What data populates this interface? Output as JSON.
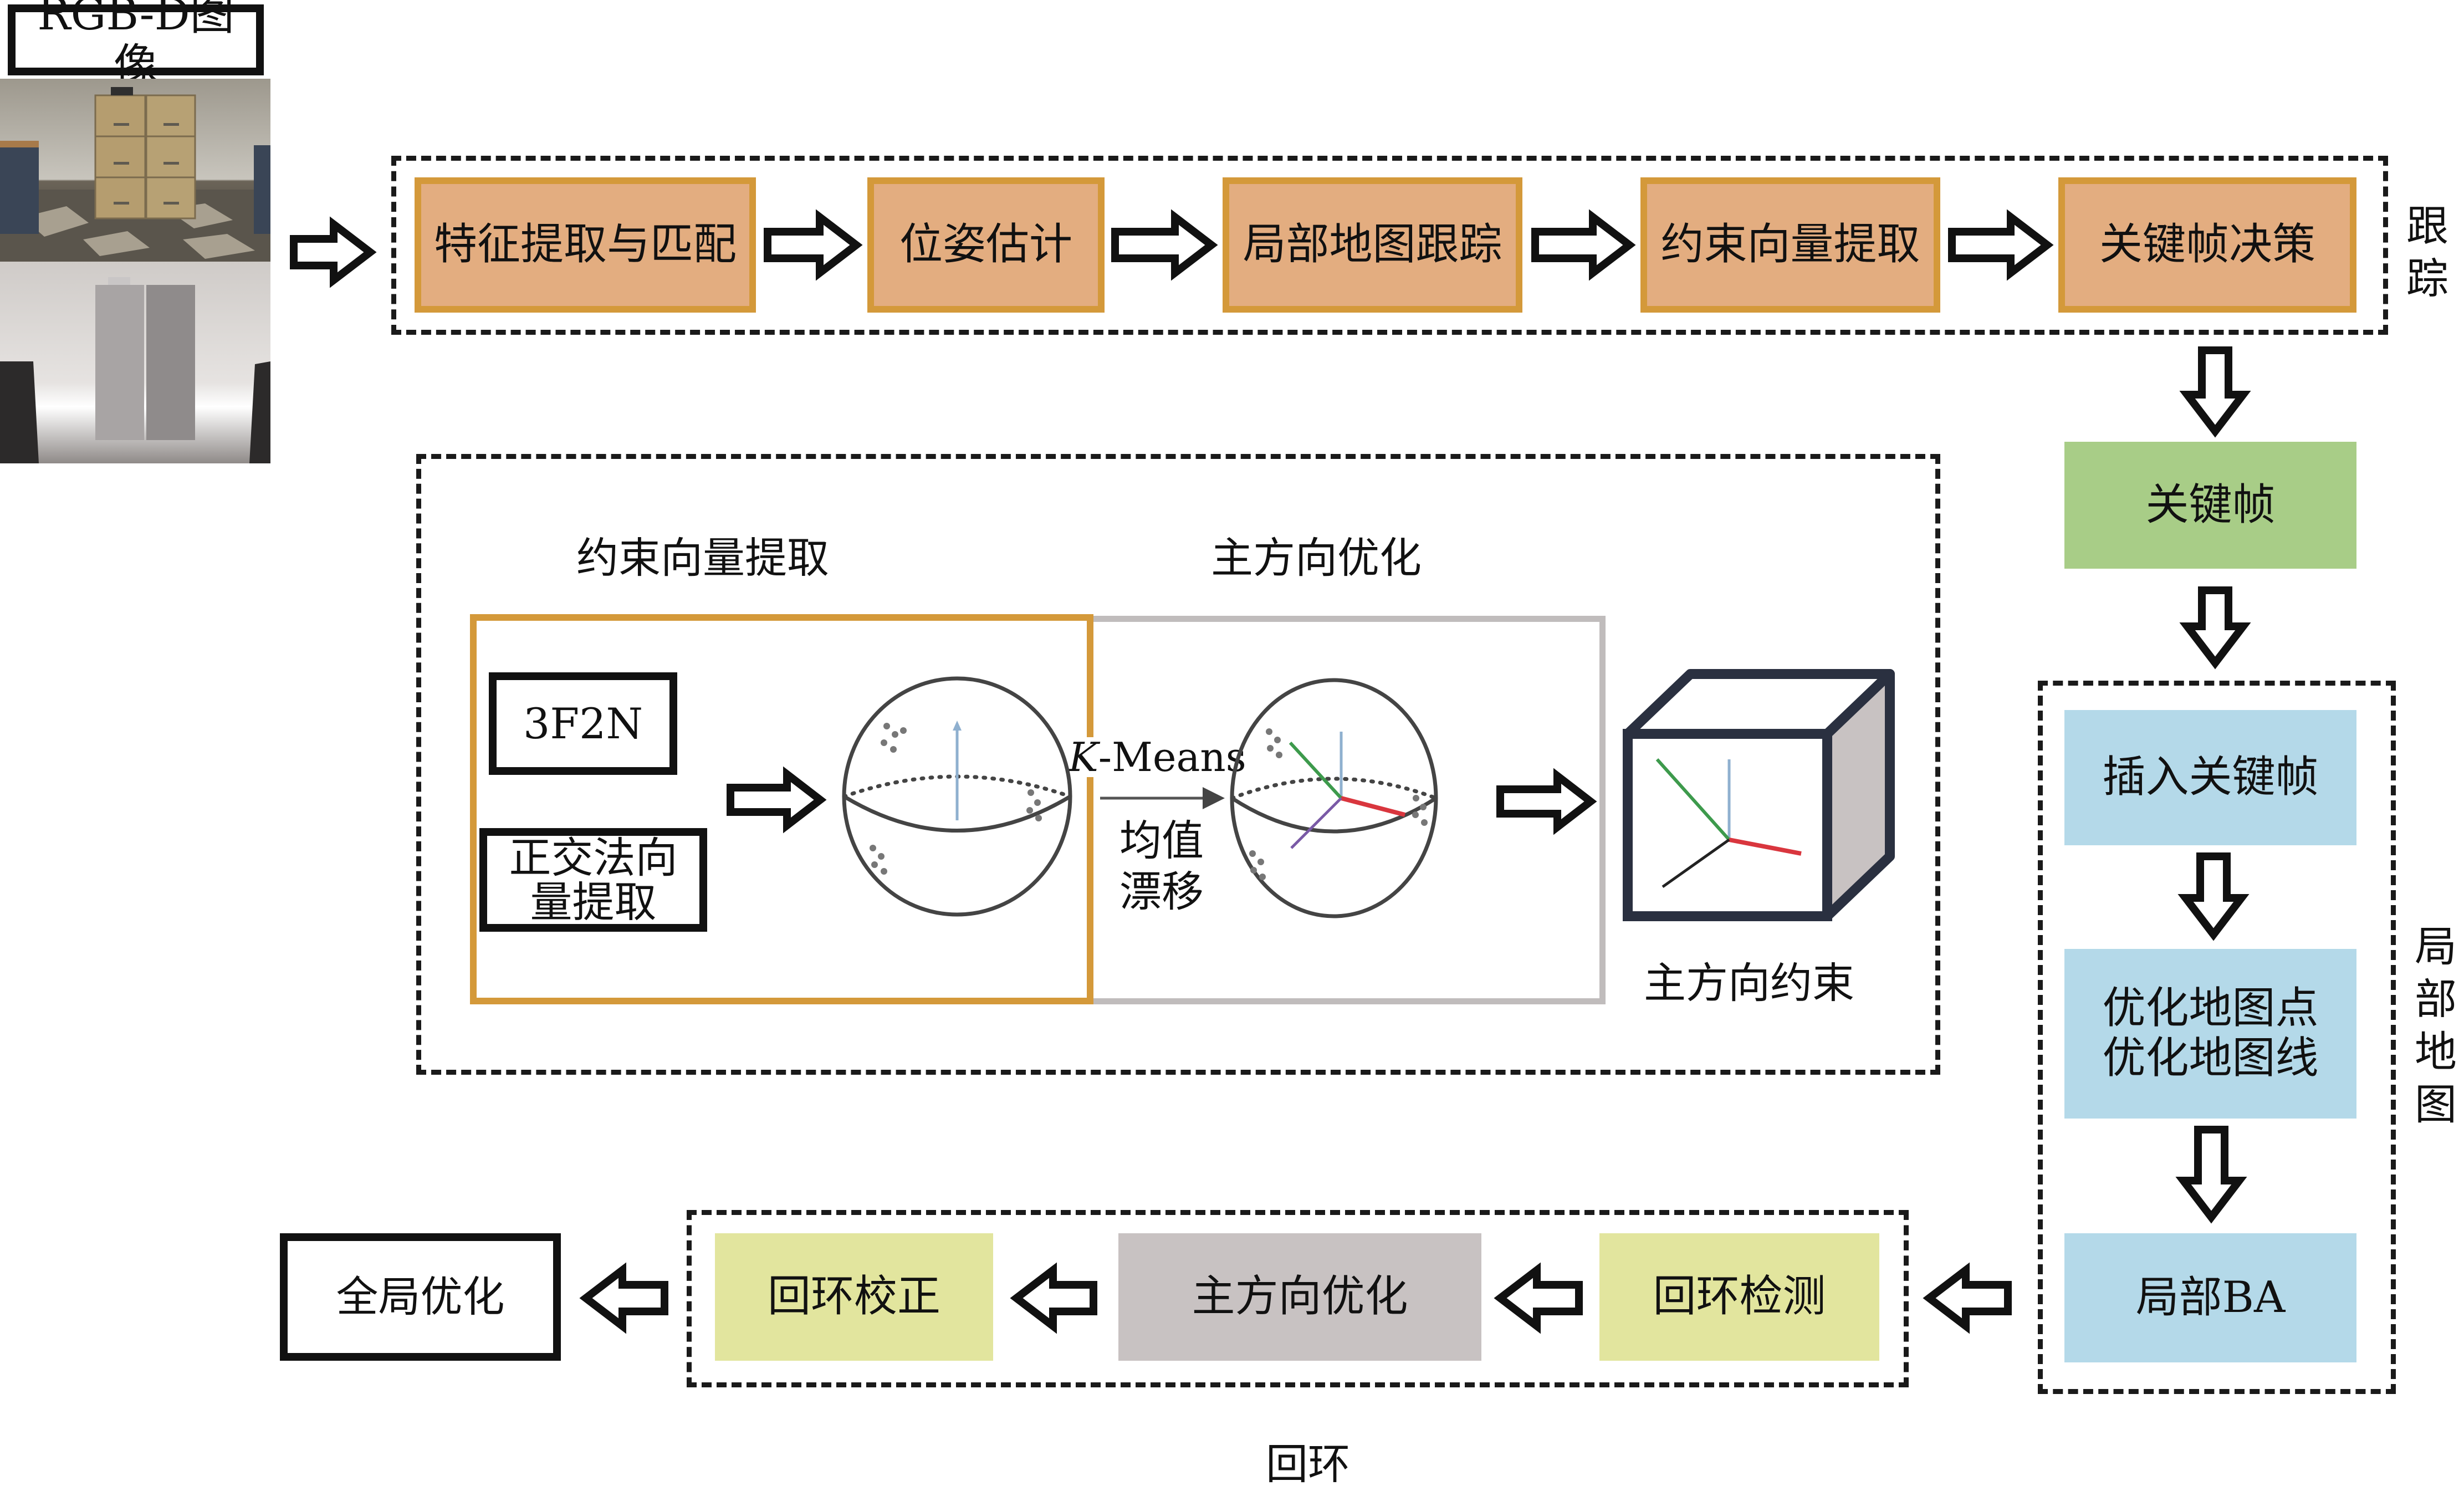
{
  "input": {
    "label": "RGB-D图像",
    "images": [
      "rgb-image",
      "depth-image"
    ]
  },
  "tracking": {
    "group_label": "跟踪",
    "steps": [
      "特征提取与匹配",
      "位姿估计",
      "局部地图跟踪",
      "约束向量提取",
      "关键帧决策"
    ],
    "fill": "#E3AD80",
    "border": "#D4993A"
  },
  "keyframe": {
    "label": "关键帧",
    "fill": "#A8CD87"
  },
  "local_mapping": {
    "group_label": "局部地图",
    "steps": [
      "插入关键帧",
      "优化地图点\n优化地图线",
      "局部BA"
    ],
    "step_lines": [
      [
        "插入关键帧"
      ],
      [
        "优化地图点",
        "优化地图线"
      ],
      [
        "局部BA"
      ]
    ],
    "fill": "#B4D9E9"
  },
  "detail_panel": {
    "constraint_title": "约束向量提取",
    "optimization_title": "主方向优化",
    "method_a": "3F2N",
    "method_b_line1": "正交法向",
    "method_b_line2": "量提取",
    "kmeans_label": "K",
    "kmeans_suffix": "-Means",
    "meanshift_line1": "均值",
    "meanshift_line2": "漂移",
    "result_label": "主方向约束",
    "constraint_frame_color": "#D4993A",
    "optimization_frame_color": "#C0BCBC",
    "axis_colors": {
      "x": "#D9363E",
      "y": "#3D9A4C",
      "z": "#7FA6CF",
      "w": "#7A5AA6",
      "k": "#222222"
    }
  },
  "loop_closing": {
    "group_label": "回环",
    "steps": [
      "回环检测",
      "主方向优化",
      "回环校正"
    ],
    "step_fills": [
      "#E2E59E",
      "#C8C2C2",
      "#E2E59E"
    ]
  },
  "global_optimization": {
    "label": "全局优化"
  }
}
